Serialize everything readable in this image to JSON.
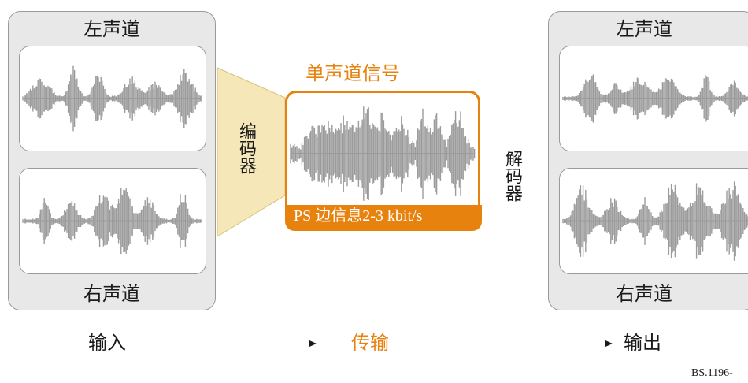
{
  "input_panel": {
    "top_label": "左声道",
    "bottom_label": "右声道"
  },
  "output_panel": {
    "top_label": "左声道",
    "bottom_label": "右声道"
  },
  "encoder_label": "编码器",
  "decoder_label": "解码器",
  "mono_signal": {
    "title": "单声道信号",
    "side_info": "PS 边信息2-3 kbit/s"
  },
  "flow": {
    "input": "输入",
    "transmission": "传输",
    "output": "输出"
  },
  "figure_id": "BS.1196-",
  "colors": {
    "accent": "#e8820e",
    "encoder_fill": "#f5e7b8",
    "panel": "#e8e8e8",
    "wave": "#9b9b9b"
  }
}
